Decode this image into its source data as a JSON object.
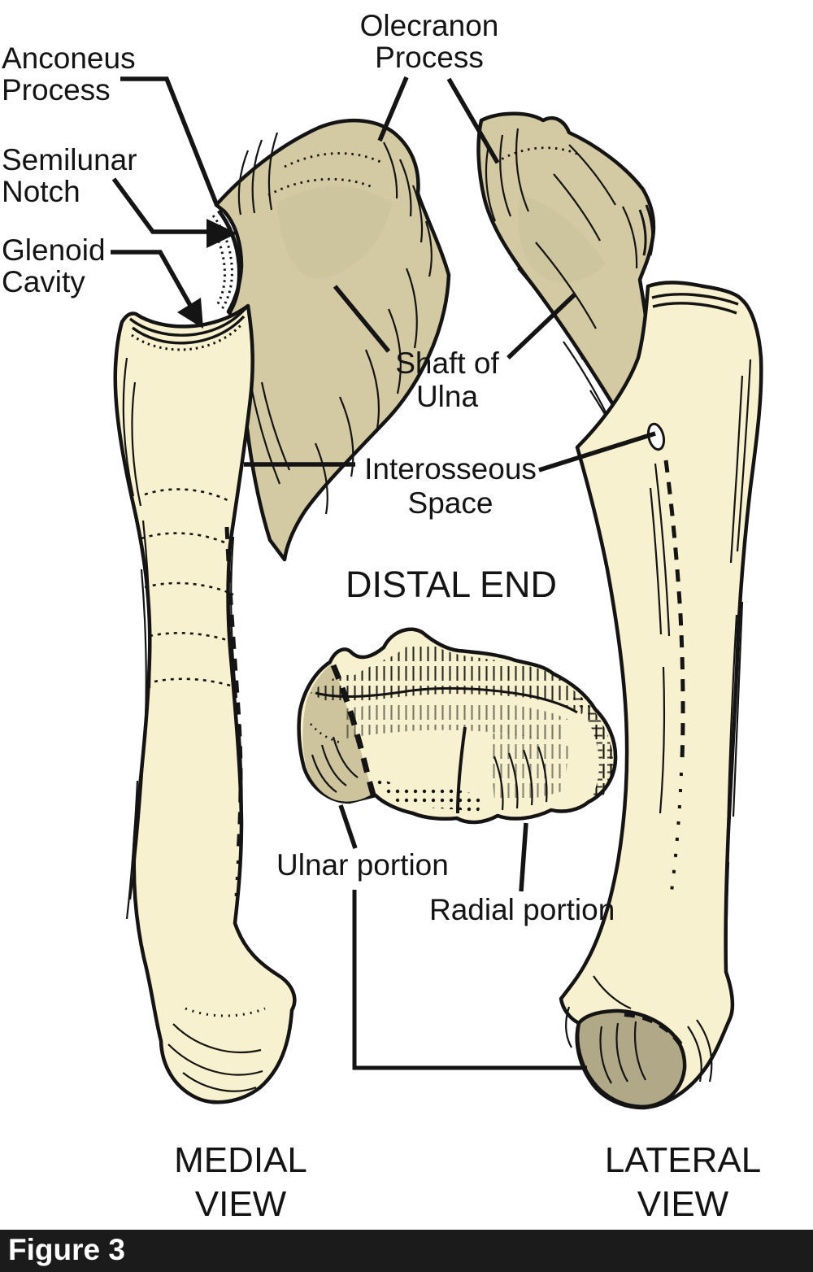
{
  "figure": {
    "caption": "Figure 3",
    "section_heading": "DISTAL END",
    "view_labels": {
      "medial": "MEDIAL VIEW",
      "lateral": "LATERAL VIEW"
    },
    "labels": {
      "anconeus_process": "Anconeus Process",
      "semilunar_notch": "Semilunar Notch",
      "glenoid_cavity": "Glenoid Cavity",
      "olecranon_process": "Olecranon Process",
      "shaft_of_ulna": "Shaft of Ulna",
      "interosseous_space": "Interosseous Space",
      "ulnar_portion": "Ulnar portion",
      "radial_portion": "Radial portion"
    },
    "colors": {
      "bone_cream": "#f8f1cf",
      "bone_tan": "#d3caa3",
      "bone_dark_tan": "#b1a887",
      "ink": "#141414",
      "background": "#ffffff",
      "caption_bar_bg": "#1b1b1b",
      "caption_text": "#ffffff"
    }
  }
}
